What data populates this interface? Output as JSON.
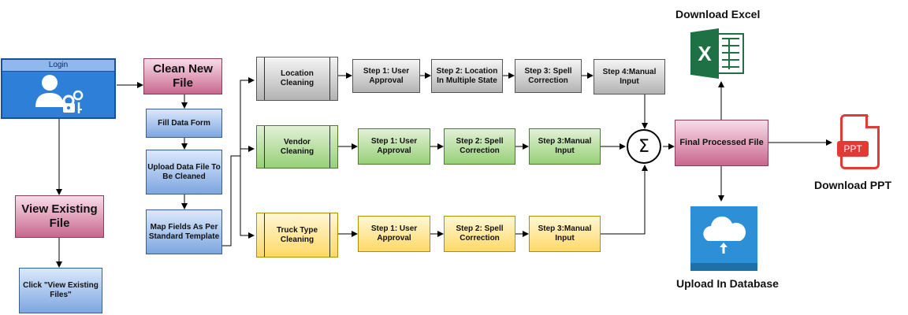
{
  "login": {
    "title": "Login",
    "icon": "user-lock-icon"
  },
  "left": {
    "clean_new_file": "Clean New File",
    "fill_data_form": "Fill Data Form",
    "upload_data_file": "Upload Data File To Be Cleaned",
    "map_fields": "Map Fields As Per Standard Template",
    "view_existing_file": "View Existing File",
    "click_view_existing": "Click \"View Existing Files\""
  },
  "rows": {
    "location": {
      "title": "Location Cleaning",
      "steps": [
        "Step 1: User Approval",
        "Step 2: Location In Multiple State",
        "Step 3: Spell Correction",
        "Step 4:Manual Input"
      ]
    },
    "vendor": {
      "title": "Vendor Cleaning",
      "steps": [
        "Step 1: User Approval",
        "Step 2: Spell Correction",
        "Step 3:Manual Input"
      ]
    },
    "truck": {
      "title": "Truck Type Cleaning",
      "steps": [
        "Step 1: User Approval",
        "Step 2: Spell Correction",
        "Step 3:Manual Input"
      ]
    }
  },
  "sum_symbol": "Σ",
  "final": "Final Processed File",
  "outputs": {
    "excel_label": "Download Excel",
    "excel_letter": "X",
    "ppt_label": "Download PPT",
    "ppt_badge": "PPT",
    "db_label": "Upload In Database"
  },
  "colors": {
    "blue": "#7ea6e0",
    "pink": "#c9678f",
    "gray": "#b3b3b3",
    "green": "#97d077",
    "yellow": "#ffd966",
    "excel": "#1e7145",
    "ppt": "#e53935",
    "database": "#2d8fd5"
  }
}
